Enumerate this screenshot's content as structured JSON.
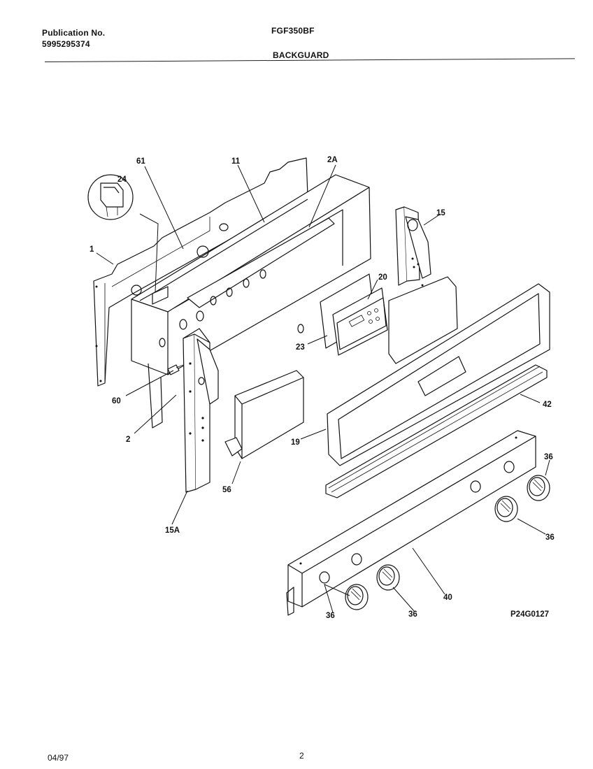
{
  "header": {
    "publication_label": "Publication No.",
    "publication_number": "5995295374",
    "model": "FGF350BF",
    "section": "BACKGUARD"
  },
  "diagram": {
    "callouts": {
      "c61": "61",
      "c11": "11",
      "c2A": "2A",
      "c24": "24",
      "c15": "15",
      "c1": "1",
      "c20": "20",
      "c23": "23",
      "c60": "60",
      "c2": "2",
      "c42": "42",
      "c19": "19",
      "c56": "56",
      "c36a": "36",
      "c15A": "15A",
      "c36b": "36",
      "c40": "40",
      "c36c": "36",
      "c36d": "36"
    },
    "drawing_id": "P24G0127"
  },
  "footer": {
    "date": "04/97",
    "page": "2"
  }
}
